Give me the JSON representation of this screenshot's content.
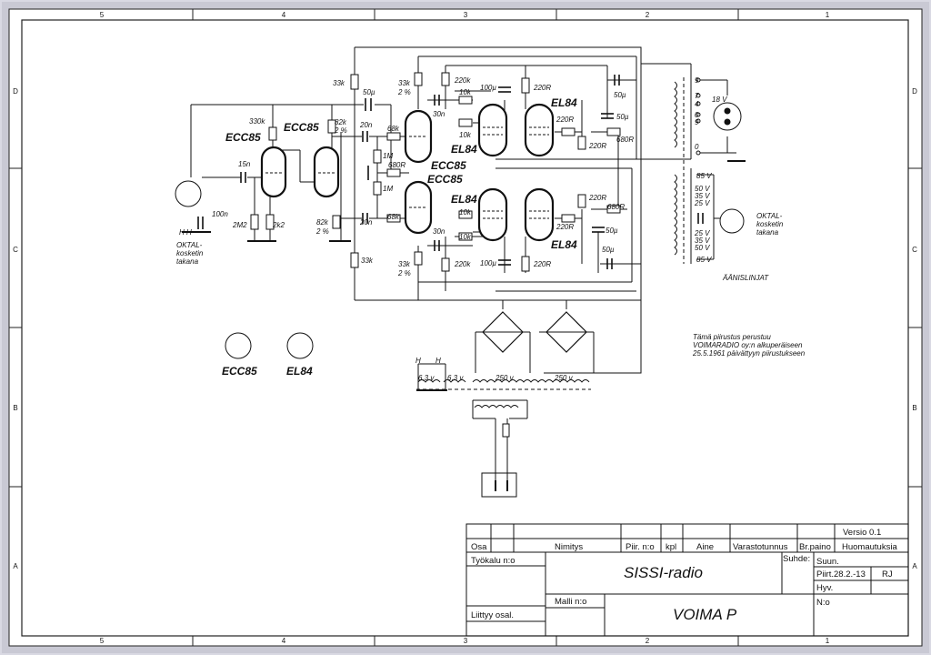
{
  "zones": {
    "columns": [
      "5",
      "4",
      "3",
      "2",
      "1"
    ],
    "rows": [
      "D",
      "C",
      "B",
      "A"
    ]
  },
  "labels": {
    "ecc85_tube": "ECC85",
    "ecc85_tube_b": "ECC85",
    "ecc85_tube_c": "ECC85",
    "ecc85_tube_d": "ECC85",
    "el84_tube": "EL84",
    "octal_left": [
      "OKTAL-",
      "kosketin",
      "takana"
    ],
    "octal_right": [
      "OKTAL-",
      "kosketin",
      "takana"
    ],
    "aanislinjat": "ÄÄNISLINJAT",
    "voltage_18": "18 V",
    "pinout_ecc85": "ECC85",
    "pinout_el84": "EL84",
    "heater_h": "H",
    "heater_label": "H H"
  },
  "components": {
    "r33k": "33k",
    "c50u": "50µ",
    "r330k": "330k",
    "r82k": "82k",
    "pct2": "2 %",
    "c20n": "20n",
    "r68k": "68k",
    "r1m": "1M",
    "r680r": "680R",
    "c15n": "15n",
    "c100n": "100n",
    "r2m2": "2M2",
    "r2k2": "2k2",
    "r220k": "220k",
    "r10k": "10k",
    "c100u": "100µ",
    "r220r": "220R",
    "c30n": "30n",
    "v63": "6,3 v",
    "v250": "250 v",
    "tap_9": "9",
    "tap_7": "7",
    "tap_4": "4",
    "tap_0": "0",
    "v85": "85 V",
    "v50": "50 V",
    "v35": "35 V",
    "v25": "25 V"
  },
  "note": [
    "Tämä piirustus perustuu",
    "VOIMARADIO oy:n alkuperäiseen",
    "25.5.1961 päivättyyn piirustukseen"
  ],
  "title_block": {
    "version": "Versio 0.1",
    "headers": {
      "osa": "Osa",
      "nimitys": "Nimitys",
      "piir_no": "Piir. n:o",
      "kpl": "kpl",
      "aine": "Aine",
      "varastotunnus": "Varastotunnus",
      "br_paino": "Br.paino",
      "huomautuksia": "Huomautuksia"
    },
    "tyokalu": "Työkalu n:o",
    "title": "SISSI-radio",
    "suhde": "Suhde:",
    "suun": "Suun.",
    "piirt": "Piirt.28.2.-13",
    "initials": "RJ",
    "hyv": "Hyv.",
    "malli": "Malli n:o",
    "no": "N:o",
    "liittyy": "Liittyy osal.",
    "subtitle": "VOIMA P"
  }
}
